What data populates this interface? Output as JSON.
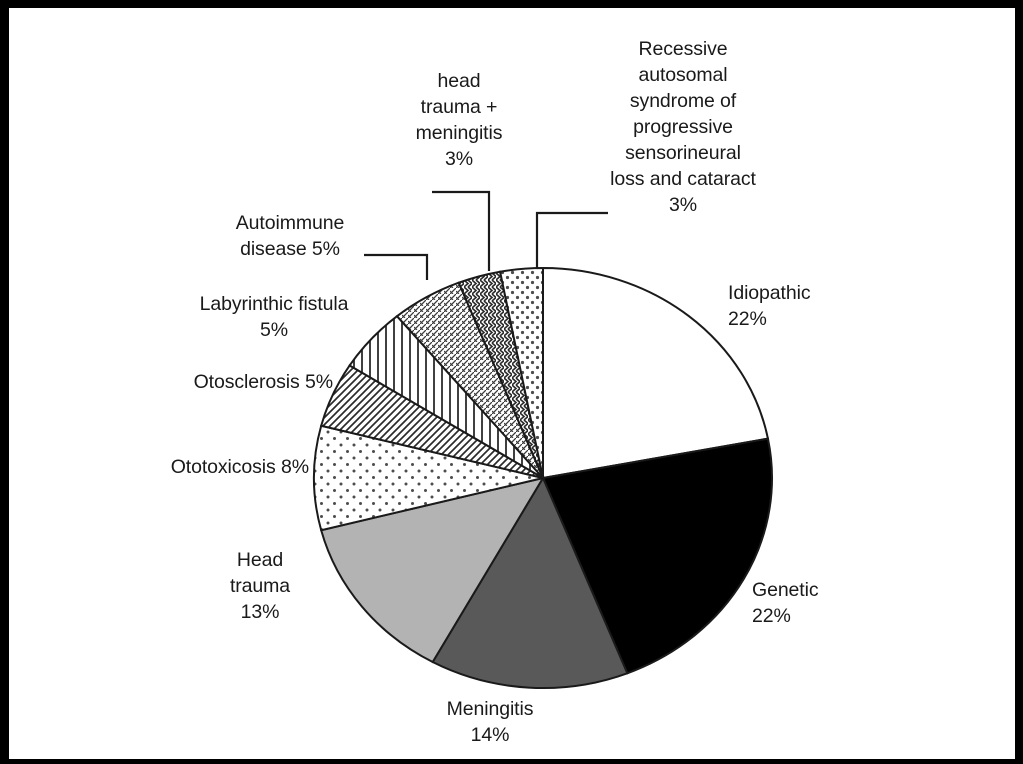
{
  "figure": {
    "background_color": "#ffffff",
    "border_color": "#000000",
    "text_color": "#1a1a1a"
  },
  "chart_data": {
    "type": "pie",
    "title": "",
    "xlabel": "",
    "ylabel": "",
    "units": "percent",
    "start_angle_deg": 0,
    "direction": "clockwise",
    "legend_position": "none",
    "labels_outside": true,
    "categories": [
      "Idiopathic",
      "Genetic",
      "Meningitis",
      "Head trauma",
      "Ototoxicosis",
      "Otosclerosis",
      "Labyrinthic fistula",
      "Autoimmune disease",
      "head trauma + meningitis",
      "Recessive autosomal syndrome of progressive sensorineural loss and  cataract"
    ],
    "values": [
      22,
      22,
      14,
      13,
      8,
      5,
      5,
      5,
      3,
      3
    ],
    "slice_styles": [
      {
        "name": "Idiopathic",
        "fill": "#ffffff",
        "pattern": "solid"
      },
      {
        "name": "Genetic",
        "fill": "#000000",
        "pattern": "solid"
      },
      {
        "name": "Meningitis",
        "fill": "#595959",
        "pattern": "solid"
      },
      {
        "name": "Head trauma",
        "fill": "#b3b3b3",
        "pattern": "solid"
      },
      {
        "name": "Ototoxicosis",
        "fill": "#ffffff",
        "pattern": "dots-sparse"
      },
      {
        "name": "Otosclerosis",
        "fill": "#ffffff",
        "pattern": "diagonal-hatch"
      },
      {
        "name": "Labyrinthic fistula",
        "fill": "#ffffff",
        "pattern": "vertical-lines"
      },
      {
        "name": "Autoimmune disease",
        "fill": "#ffffff",
        "pattern": "small-cross-hatch"
      },
      {
        "name": "head trauma + meningitis",
        "fill": "#ffffff",
        "pattern": "zigzag"
      },
      {
        "name": "Recessive autosomal syndrome of progressive sensorineural loss and  cataract",
        "fill": "#ffffff",
        "pattern": "dots-medium"
      }
    ]
  },
  "labels": {
    "idiopathic": "Idiopathic\n22%",
    "genetic": "Genetic\n22%",
    "meningitis": "Meningitis\n14%",
    "head_trauma": "Head\ntrauma\n13%",
    "ototoxicosis": "Ototoxicosis 8%",
    "otosclerosis": "Otosclerosis 5%",
    "labyrinthic_fistula": "Labyrinthic fistula\n5%",
    "autoimmune_disease": "Autoimmune\ndisease 5%",
    "head_trauma_meningitis": "head\ntrauma +\nmeningitis\n3%",
    "recessive_autosomal": "Recessive\nautosomal\nsyndrome of\nprogressive\nsensorineural\nloss and  cataract\n3%"
  }
}
